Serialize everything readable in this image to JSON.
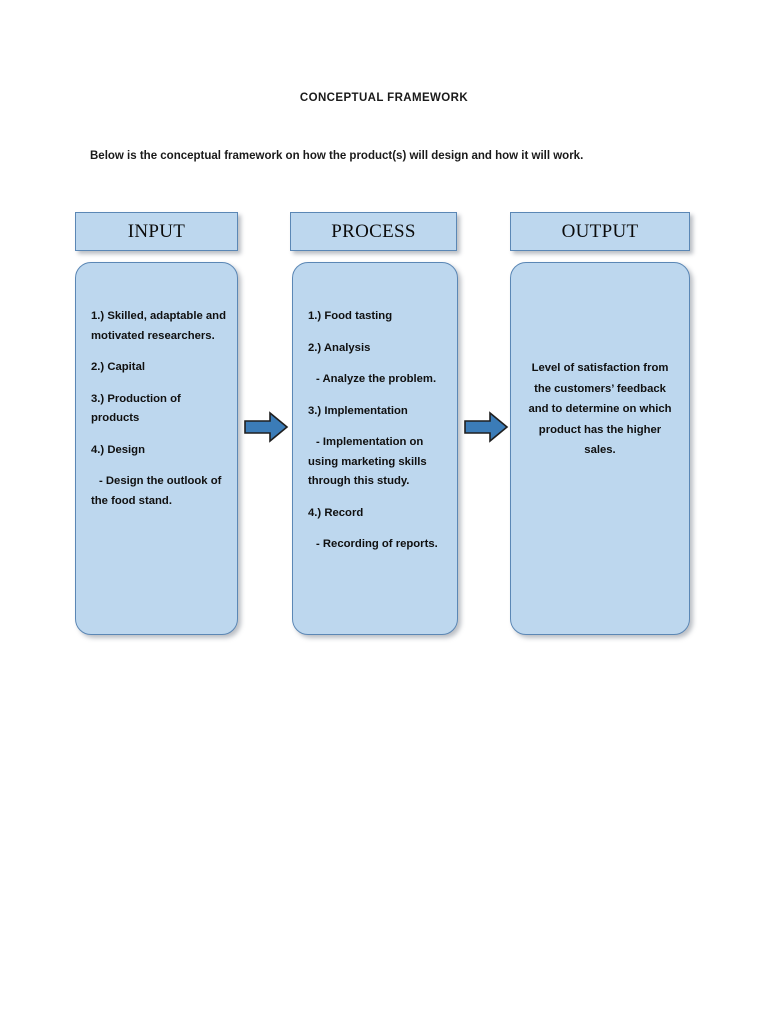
{
  "document": {
    "title": "CONCEPTUAL FRAMEWORK",
    "intro": "Below is the conceptual framework on how the product(s) will design and how it will work."
  },
  "colors": {
    "box_fill": "#BDD7EE",
    "box_border": "#5B87B5",
    "arrow_fill": "#3B7CB8",
    "arrow_border": "#1F1F1F",
    "text": "#101010"
  },
  "diagram": {
    "type": "input-process-output",
    "columns": [
      {
        "id": "input",
        "header": "INPUT",
        "align": "left",
        "lines": [
          {
            "text": "1.) Skilled, adaptable and motivated researchers.",
            "sub": false
          },
          {
            "text": "2.) Capital",
            "sub": false
          },
          {
            "text": "3.) Production of products",
            "sub": false
          },
          {
            "text": "4.) Design",
            "sub": false
          },
          {
            "text": "- Design the outlook of the food stand.",
            "sub": true
          }
        ]
      },
      {
        "id": "process",
        "header": "PROCESS",
        "align": "left",
        "lines": [
          {
            "text": "1.) Food tasting",
            "sub": false
          },
          {
            "text": "2.) Analysis",
            "sub": false
          },
          {
            "text": "- Analyze the problem.",
            "sub": true
          },
          {
            "text": "3.) Implementation",
            "sub": false
          },
          {
            "text": "- Implementation on using marketing skills through this study.",
            "sub": true
          },
          {
            "text": "4.) Record",
            "sub": false
          },
          {
            "text": "- Recording of reports.",
            "sub": true
          }
        ]
      },
      {
        "id": "output",
        "header": "OUTPUT",
        "align": "center",
        "lines": [
          {
            "text": "Level of satisfaction from the customers’ feedback and to determine on which product has the higher sales.",
            "sub": false
          }
        ]
      }
    ],
    "connectors": [
      {
        "id": "arrow-input-to-process",
        "direction": "right"
      },
      {
        "id": "arrow-process-to-output",
        "direction": "right"
      }
    ]
  }
}
